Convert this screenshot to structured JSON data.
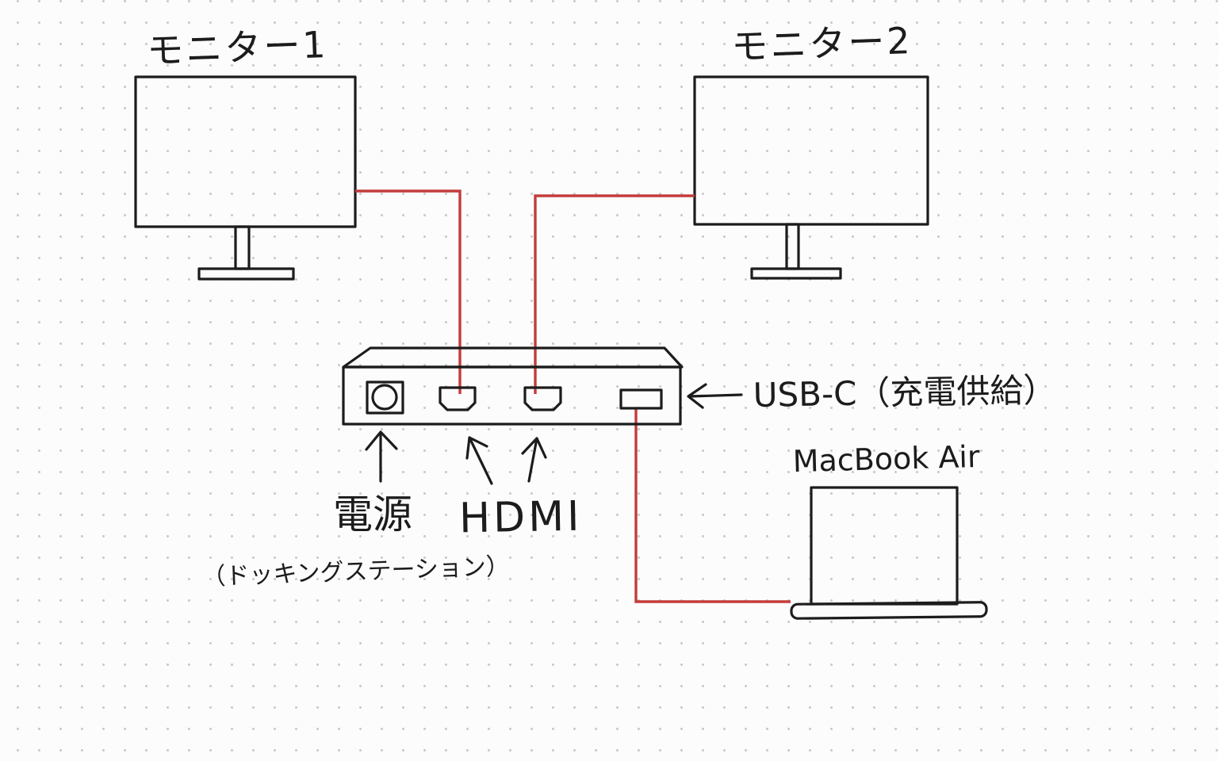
{
  "diagram": {
    "labels": {
      "monitor1": "モニター1",
      "monitor2": "モニター2",
      "usb_c": "USB-C（充電供給）",
      "macbook": "MacBook Air",
      "power": "電源",
      "hdmi": "HDMI",
      "docking_station": "（ドッキングステーション）"
    },
    "colors": {
      "ink": "#1c1c1c",
      "cable_red": "#c43c3c",
      "paper": "#fcfcfc",
      "paper_dot": "#c9c9cd"
    },
    "ports": [
      "power-dc-port",
      "hdmi-port",
      "hdmi-port",
      "usb-c-port"
    ],
    "connections": [
      {
        "from": "monitor-1",
        "to": "docking-station-hdmi-1",
        "color": "#c43c3c"
      },
      {
        "from": "monitor-2",
        "to": "docking-station-hdmi-2",
        "color": "#c43c3c"
      },
      {
        "from": "docking-station-usb-c",
        "to": "macbook-air",
        "color": "#c43c3c"
      }
    ]
  }
}
